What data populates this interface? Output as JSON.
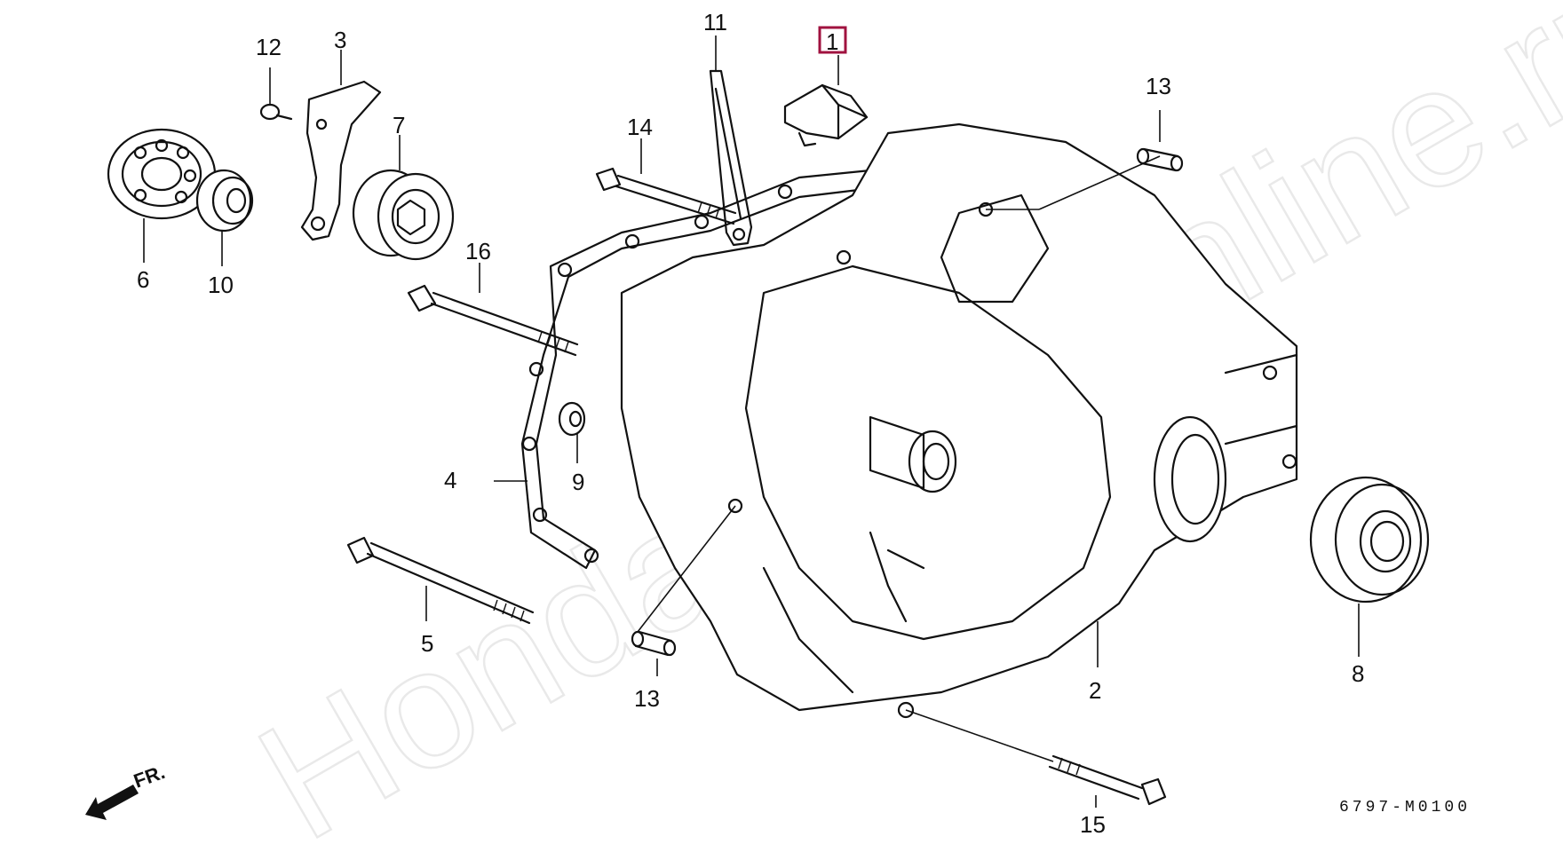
{
  "watermark": "HondaPartsOnline.ru",
  "diagram_code": "6797-M0100",
  "direction_label": "FR.",
  "highlighted_callout": "1",
  "callouts": {
    "c1": "1",
    "c2": "2",
    "c3": "3",
    "c4": "4",
    "c5": "5",
    "c6": "6",
    "c7": "7",
    "c8": "8",
    "c9": "9",
    "c10": "10",
    "c11": "11",
    "c12": "12",
    "c13a": "13",
    "c13b": "13",
    "c14": "14",
    "c15": "15",
    "c16": "16"
  }
}
